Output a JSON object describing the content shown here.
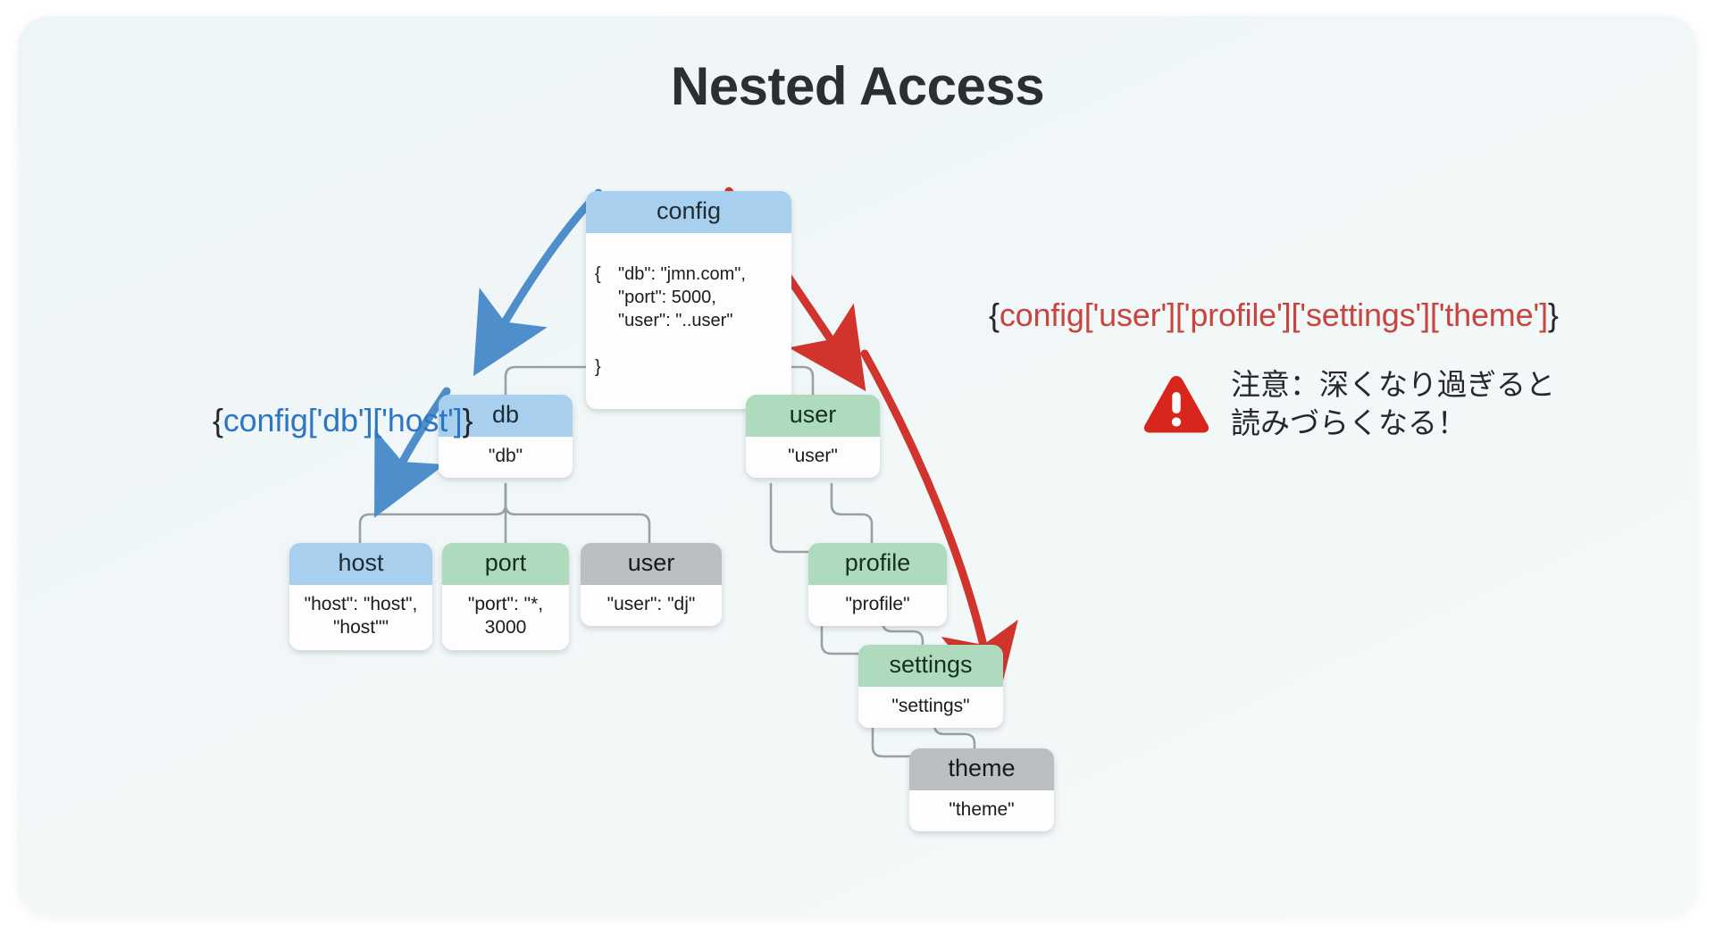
{
  "page": {
    "title": "Nested Access",
    "background": "#ffffff",
    "card_background": "#f1f7f8"
  },
  "colors": {
    "blue_header": "#a9cfee",
    "green_header": "#aedbbd",
    "gray_header": "#bcbfc1",
    "blue_arrow": "#4e8ecb",
    "red_arrow": "#d0342c",
    "blue_text": "#2d76c4",
    "red_text": "#c8453f",
    "connector": "#9aa1a5"
  },
  "nodes": {
    "config": {
      "label": "config",
      "header_color": "blue",
      "brace_open": "{",
      "brace_close": "}",
      "lines": "\"db\": \"jmn.com\",\n\"port\": 5000,\n\"user\": \"..user\""
    },
    "db": {
      "label": "db",
      "header_color": "blue",
      "value": "\"db\""
    },
    "user": {
      "label": "user",
      "header_color": "green",
      "value": "\"user\""
    },
    "host": {
      "label": "host",
      "header_color": "blue",
      "value": "\"host\": \"host\",\n\"host\"\""
    },
    "port": {
      "label": "port",
      "header_color": "green",
      "value": "\"port\": \"*,\n3000"
    },
    "user_leaf": {
      "label": "user",
      "header_color": "gray",
      "value": "\"user\": \"dj\""
    },
    "profile": {
      "label": "profile",
      "header_color": "green",
      "value": "\"profile\""
    },
    "settings": {
      "label": "settings",
      "header_color": "green",
      "value": "\"settings\""
    },
    "theme": {
      "label": "theme",
      "header_color": "gray",
      "value": "\"theme\""
    }
  },
  "annotations": {
    "left": {
      "open": "{",
      "expr": "config['db']['host']",
      "close": "}",
      "color": "#2d76c4"
    },
    "right": {
      "open": "{",
      "expr": "config['user']['profile']['settings']['theme']",
      "close": "}",
      "color": "#c8453f"
    }
  },
  "warning": {
    "icon": "warning-triangle-icon",
    "text": "注意：深くなり過ぎると\n読みづらくなる！"
  }
}
